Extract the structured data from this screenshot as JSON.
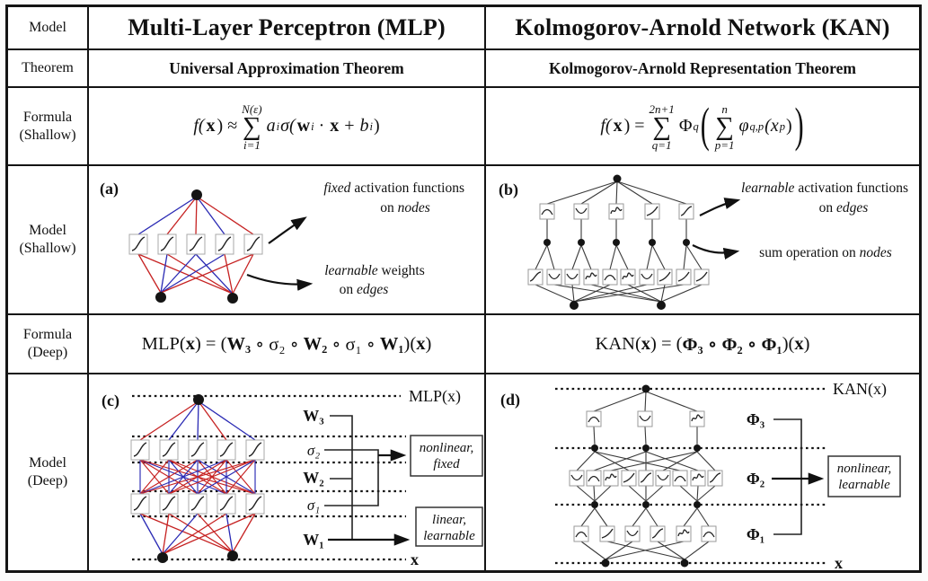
{
  "colors": {
    "edge_red": "#c62222",
    "edge_blue": "#2a2ab4",
    "edge_black": "#3a3a3a",
    "ink": "#141414"
  },
  "row_labels": [
    "Model",
    "Theorem",
    "Formula (Shallow)",
    "Model (Shallow)",
    "Formula (Deep)",
    "Model (Deep)"
  ],
  "headers": {
    "mlp": "Multi-Layer Perceptron (MLP)",
    "kan": "Kolmogorov-Arnold Network (KAN)"
  },
  "theorems": {
    "mlp": "Universal Approximation Theorem",
    "kan": "Kolmogorov-Arnold Representation Theorem"
  },
  "formula_shallow_mlp": {
    "f": "f(",
    "x": "x",
    "approx": ") ≈",
    "sum_top": "N(ε)",
    "sigma": "∑",
    "sum_bot": "i=1",
    "a": "a",
    "a_sub": "i",
    "sig_open": "σ(",
    "w": "w",
    "w_sub": "i",
    "dot": "·",
    "x2": "x",
    "plus": "+",
    "b": "b",
    "b_sub": "i",
    "close": ")"
  },
  "formula_shallow_kan": {
    "f": "f(",
    "x": "x",
    "eq": ") =",
    "sum1_top": "2n+1",
    "sigma1": "∑",
    "sum1_bot": "q=1",
    "Phi": "Φ",
    "Phi_sub": "q",
    "lp": "(",
    "sum2_top": "n",
    "sigma2": "∑",
    "sum2_bot": "p=1",
    "phi": "φ",
    "phi_sub": "q,p",
    "x_open": "(x",
    "x_sub": "p",
    "close": ")",
    "rp": ")"
  },
  "formula_deep_mlp": {
    "pre": "MLP(",
    "x1": "x",
    "mid1": ") = (",
    "w3": "W₃",
    "mid2": "∘ σ₂ ∘",
    "w2": "W₂",
    "mid3": "∘ σ₁ ∘",
    "w1": "W₁",
    "post": ")(",
    "x2": "x",
    "end": ")"
  },
  "formula_deep_kan": {
    "pre": "KAN(",
    "x1": "x",
    "mid1": ") = (",
    "phis": "Φ₃ ∘ Φ₂ ∘ Φ₁",
    "post": ")(",
    "x2": "x",
    "end": ")"
  },
  "panel_a": {
    "label": "(a)",
    "ann1_italic": "fixed",
    "ann1_rest": " activation functions",
    "ann1_line2_pre": "on ",
    "ann1_line2_italic": "nodes",
    "ann2_italic": "learnable",
    "ann2_rest": " weights",
    "ann2_line2_pre": "on ",
    "ann2_line2_italic": "edges"
  },
  "panel_b": {
    "label": "(b)",
    "ann1_italic": "learnable",
    "ann1_rest": " activation functions",
    "ann1_line2_pre": "on ",
    "ann1_line2_italic": "edges",
    "ann2_pre": "sum operation on ",
    "ann2_italic": "nodes"
  },
  "panel_c": {
    "label": "(c)",
    "output_label": "MLP(x)",
    "input_label": "x",
    "layers": {
      "w3": "W₃",
      "s2": "σ₂",
      "w2": "W₂",
      "s1": "σ₁",
      "w1": "W₁"
    },
    "callout_nonlinear": {
      "line1": "nonlinear,",
      "line2": "fixed"
    },
    "callout_linear": {
      "line1": "linear,",
      "line2": "learnable"
    }
  },
  "panel_d": {
    "label": "(d)",
    "output_label": "KAN(x)",
    "input_label": "x",
    "layers": {
      "p3": "Φ₃",
      "p2": "Φ₂",
      "p1": "Φ₁"
    },
    "callout": {
      "line1": "nonlinear,",
      "line2": "learnable"
    }
  }
}
